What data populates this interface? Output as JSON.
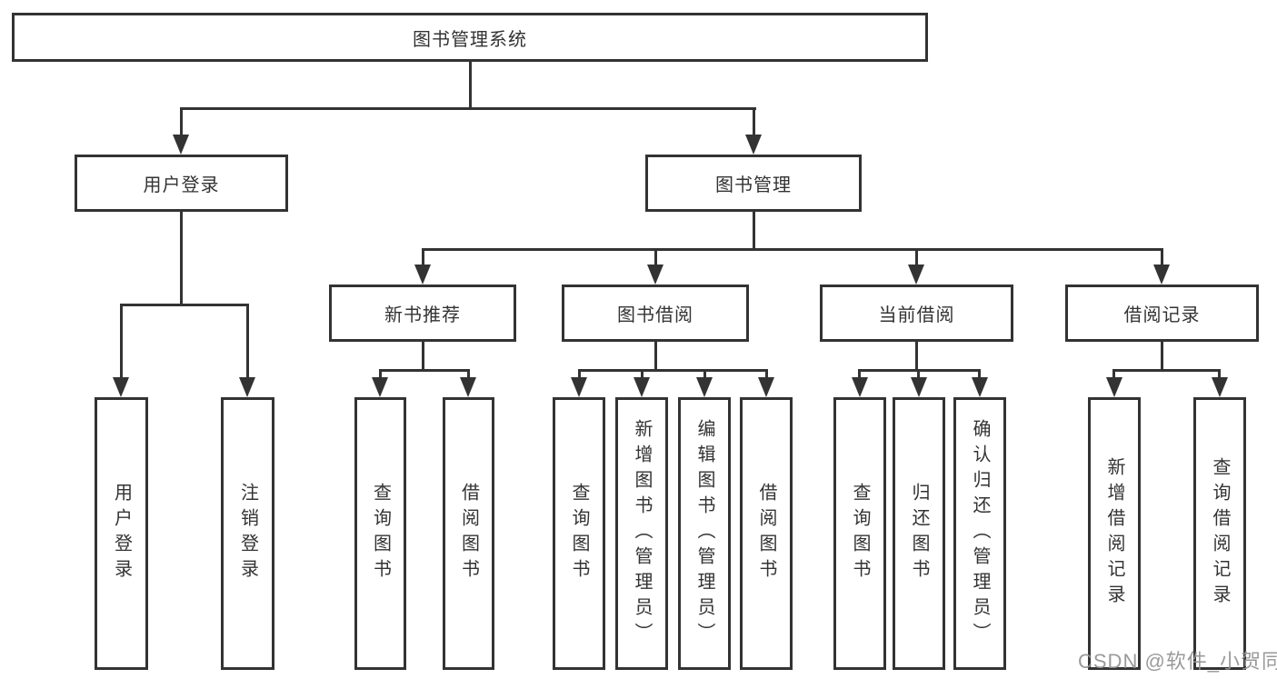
{
  "diagram": {
    "root": {
      "label": "图书管理系统"
    },
    "branches": [
      {
        "label": "用户登录",
        "children": [
          {
            "label": "用户登录"
          },
          {
            "label": "注销登录"
          }
        ]
      },
      {
        "label": "图书管理",
        "groups": [
          {
            "label": "新书推荐",
            "children": [
              {
                "label": "查询图书"
              },
              {
                "label": "借阅图书"
              }
            ]
          },
          {
            "label": "图书借阅",
            "children": [
              {
                "label": "查询图书"
              },
              {
                "label": "新增图书（管理员）"
              },
              {
                "label": "编辑图书（管理员）"
              },
              {
                "label": "借阅图书"
              }
            ]
          },
          {
            "label": "当前借阅",
            "children": [
              {
                "label": "查询图书"
              },
              {
                "label": "归还图书"
              },
              {
                "label": "确认归还（管理员）"
              }
            ]
          },
          {
            "label": "借阅记录",
            "children": [
              {
                "label": "新增借阅记录"
              },
              {
                "label": "查询借阅记录"
              }
            ]
          }
        ]
      }
    ]
  },
  "watermark": {
    "text": "CSDN @软件_小贺同学"
  },
  "colors": {
    "line": "#333333",
    "border": "#333333",
    "text": "#333333",
    "background": "#ffffff",
    "watermark": "#919191"
  }
}
